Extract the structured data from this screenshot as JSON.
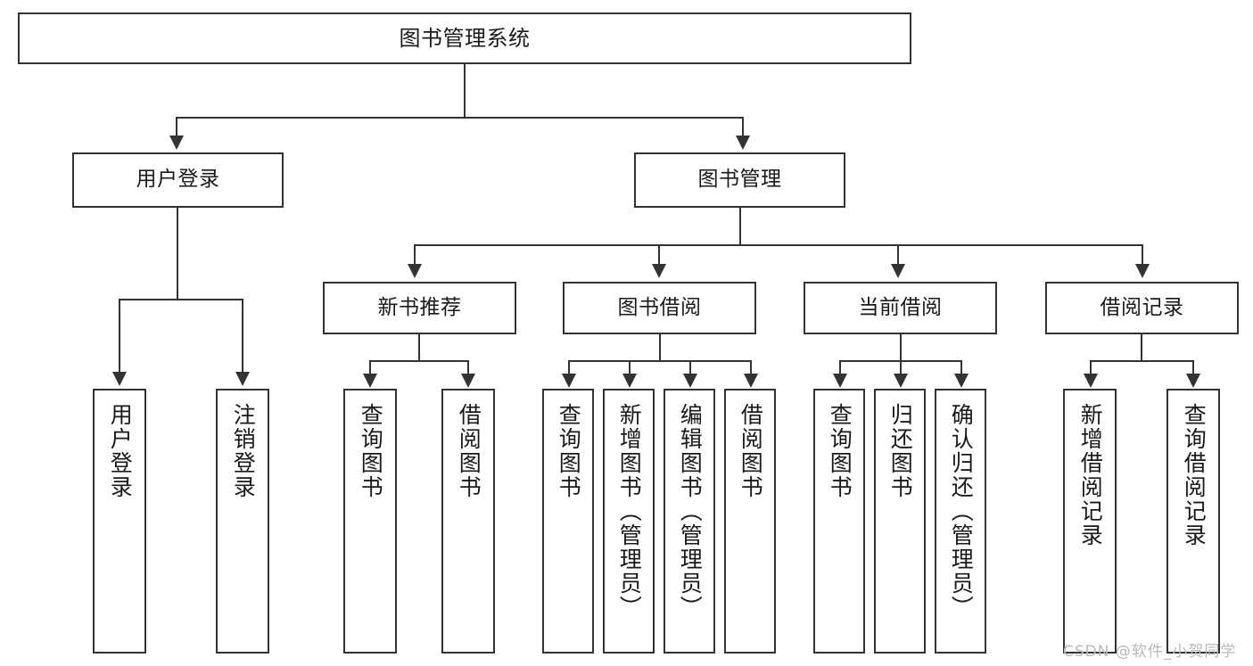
{
  "diagram": {
    "title": "图书管理系统",
    "type": "tree-hierarchy-diagram",
    "root": {
      "label": "图书管理系统"
    },
    "level2": [
      {
        "label": "用户登录"
      },
      {
        "label": "图书管理"
      }
    ],
    "level3": [
      {
        "label": "新书推荐"
      },
      {
        "label": "图书借阅"
      },
      {
        "label": "当前借阅"
      },
      {
        "label": "借阅记录"
      }
    ],
    "leaves": {
      "user_login": [
        {
          "label": "用户登录"
        },
        {
          "label": "注销登录"
        }
      ],
      "new_book_recommend": [
        {
          "label": "查询图书"
        },
        {
          "label": "借阅图书"
        }
      ],
      "book_borrow": [
        {
          "label": "查询图书"
        },
        {
          "label": "新增图书（管理员）"
        },
        {
          "label": "编辑图书（管理员）"
        },
        {
          "label": "借阅图书"
        }
      ],
      "current_borrow": [
        {
          "label": "查询图书"
        },
        {
          "label": "归还图书"
        },
        {
          "label": "确认归还（管理员）"
        }
      ],
      "borrow_record": [
        {
          "label": "新增借阅记录"
        },
        {
          "label": "查询借阅记录"
        }
      ]
    }
  },
  "watermark": {
    "text": "CSDN @软件_小贺同学"
  },
  "colors": {
    "stroke": "#333333",
    "text": "#1a1a1a",
    "background": "#ffffff",
    "watermark": "#b9b9b9"
  }
}
